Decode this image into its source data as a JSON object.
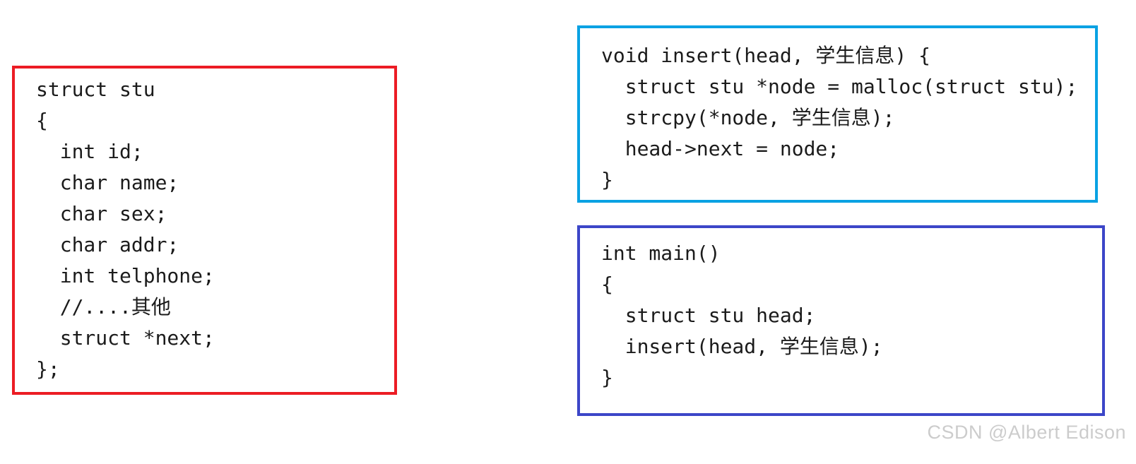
{
  "page": {
    "background_color": "#ffffff",
    "watermark": "CSDN @Albert Edison",
    "watermark_color": "#cccccc"
  },
  "boxes": {
    "struct_definition": {
      "border_color": "#EC1C24",
      "code_lines": [
        "struct stu",
        "{",
        "  int id;",
        "  char name;",
        "  char sex;",
        "  char addr;",
        "  int telphone;",
        "  //....其他",
        "  struct *next;",
        "};"
      ]
    },
    "insert_function": {
      "border_color": "#09A2E3",
      "code_lines": [
        "void insert(head, 学生信息) {",
        "  struct stu *node = malloc(struct stu);",
        "  strcpy(*node, 学生信息);",
        "  head->next = node;",
        "}"
      ]
    },
    "main_function": {
      "border_color": "#3C46C8",
      "code_lines": [
        "int main()",
        "{",
        "  struct stu head;",
        "  insert(head, 学生信息);",
        "}"
      ]
    }
  }
}
